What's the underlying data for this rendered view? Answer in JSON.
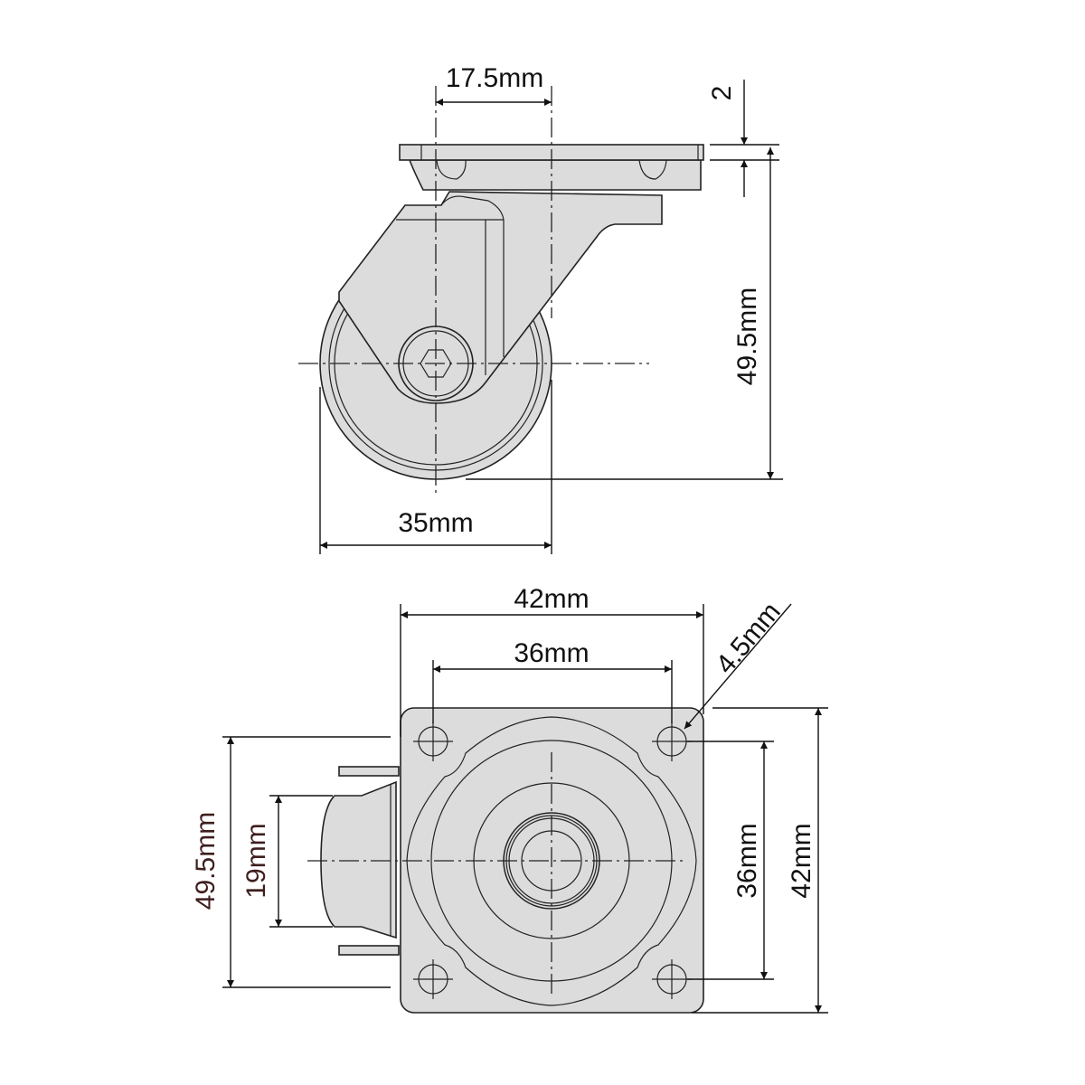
{
  "side_view": {
    "dims": {
      "offset": "17.5mm",
      "plate_thickness": "2",
      "height": "49.5mm",
      "wheel_diameter": "35mm"
    }
  },
  "bottom_view": {
    "dims": {
      "plate_width": "42mm",
      "hole_spacing_x": "36mm",
      "hole_diameter": "4.5mm",
      "hole_spacing_y": "36mm",
      "plate_height": "42mm",
      "overall_length": "49.5mm",
      "wheel_width": "19mm"
    }
  },
  "colors": {
    "part_fill": "#dcdcdc",
    "line": "#222222",
    "dark_label": "#3e1e1e"
  }
}
